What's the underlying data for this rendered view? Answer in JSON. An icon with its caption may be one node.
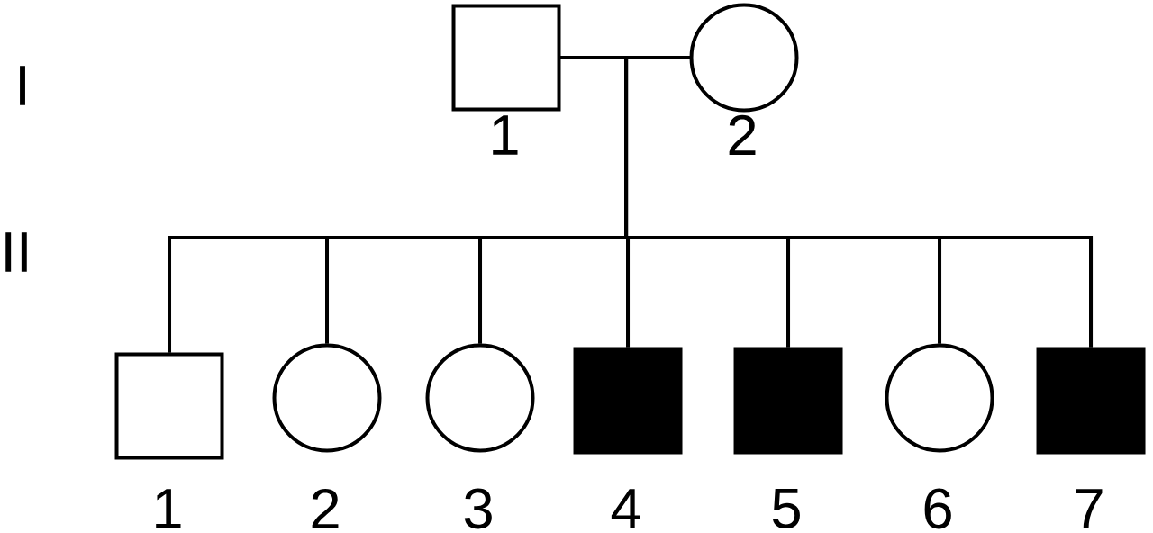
{
  "diagram": {
    "nodes": [
      {
        "text": [],
        "shape": "box",
        "beside": [
          "1"
        ]
      },
      {
        "text": [],
        "shape": "circle",
        "beside": [
          "2"
        ]
      },
      {
        "text": [],
        "shape": "box",
        "beside": [
          "1"
        ]
      },
      {
        "text": [],
        "shape": "circle",
        "beside": [
          "2"
        ]
      },
      {
        "text": [],
        "shape": "circle",
        "beside": [
          "3"
        ]
      },
      {
        "text": [],
        "shape": "box",
        "beside": [
          "4"
        ]
      },
      {
        "text": [],
        "shape": "box",
        "beside": [
          "5"
        ]
      },
      {
        "text": [],
        "shape": "circle",
        "beside": [
          "6"
        ]
      },
      {
        "text": [],
        "shape": "box",
        "beside": [
          "7"
        ]
      }
    ],
    "edges": [
      {
        "from": 0,
        "to": 1,
        "arrow": "none"
      },
      {
        "from": 0,
        "to": 2,
        "arrow": "none"
      },
      {
        "from": 0,
        "to": 3,
        "arrow": "none"
      },
      {
        "from": 0,
        "to": 4,
        "arrow": "none"
      },
      {
        "from": 0,
        "to": 5,
        "arrow": "none"
      },
      {
        "from": 0,
        "to": 6,
        "arrow": "none"
      },
      {
        "from": 0,
        "to": 7,
        "arrow": "none"
      },
      {
        "from": 0,
        "to": 8,
        "arrow": "none"
      },
      {
        "from": 1,
        "to": 2,
        "arrow": "none"
      },
      {
        "from": 1,
        "to": 3,
        "arrow": "none"
      },
      {
        "from": 1,
        "to": 4,
        "arrow": "none"
      },
      {
        "from": 1,
        "to": 5,
        "arrow": "none"
      },
      {
        "from": 1,
        "to": 6,
        "arrow": "none"
      },
      {
        "from": 1,
        "to": 7,
        "arrow": "none"
      },
      {
        "from": 1,
        "to": 8,
        "arrow": "none"
      }
    ],
    "labels": [
      "I",
      "II"
    ]
  }
}
